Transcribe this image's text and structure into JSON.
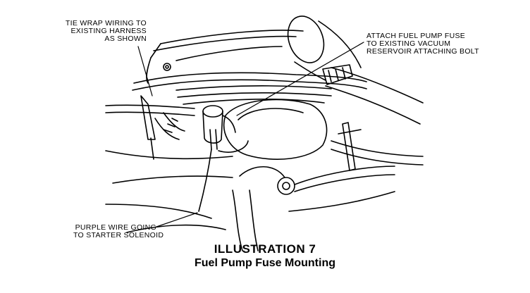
{
  "callouts": {
    "tie_wrap": [
      "TIE WRAP WIRING TO",
      "EXISTING HARNESS",
      "AS SHOWN"
    ],
    "fuse": [
      "ATTACH FUEL PUMP FUSE",
      "TO EXISTING VACUUM",
      "RESERVOIR ATTACHING BOLT"
    ],
    "purple_wire": [
      "PURPLE WIRE GOING",
      "TO STARTER SOLENOID"
    ]
  },
  "caption": {
    "number": "ILLUSTRATION 7",
    "title": "Fuel Pump Fuse Mounting"
  }
}
